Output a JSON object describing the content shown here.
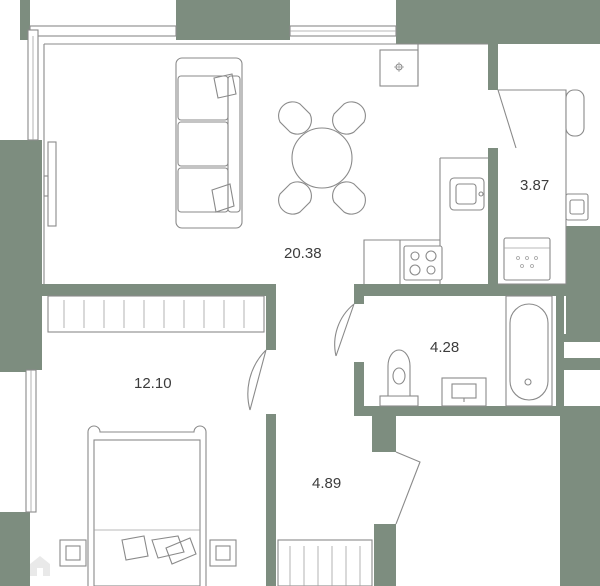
{
  "colors": {
    "wall": "#7d8d7f",
    "fixture": "#8a8a8a",
    "background": "#ffffff",
    "label": "#3c3c3c"
  },
  "rooms": [
    {
      "id": "living-kitchen",
      "area": "20.38"
    },
    {
      "id": "storage",
      "area": "3.87"
    },
    {
      "id": "bathroom",
      "area": "4.28"
    },
    {
      "id": "bedroom",
      "area": "12.10"
    },
    {
      "id": "hallway",
      "area": "4.89"
    }
  ],
  "watermark": {
    "icon": "house-logo-icon"
  }
}
